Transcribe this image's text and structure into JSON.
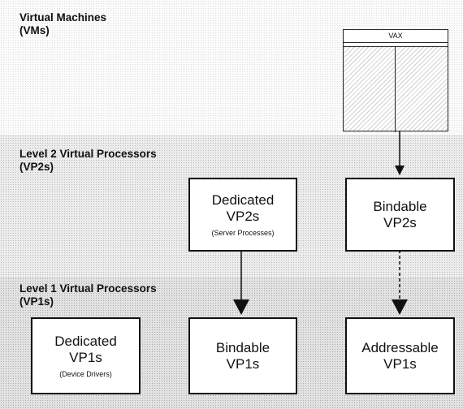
{
  "levels": {
    "vm": {
      "line1": "Virtual Machines",
      "line2": "(VMs)"
    },
    "vp2": {
      "line1": "Level 2 Virtual Processors",
      "line2": "(VP2s)"
    },
    "vp1": {
      "line1": "Level 1 Virtual Processors",
      "line2": "(VP1s)"
    }
  },
  "vax": {
    "label": "VAX"
  },
  "boxes": {
    "dedicated_vp2s": {
      "line1": "Dedicated",
      "line2": "VP2s",
      "sub": "(Server Processes)"
    },
    "bindable_vp2s": {
      "line1": "Bindable",
      "line2": "VP2s"
    },
    "dedicated_vp1s": {
      "line1": "Dedicated",
      "line2": "VP1s",
      "sub": "(Device Drivers)"
    },
    "bindable_vp1s": {
      "line1": "Bindable",
      "line2": "VP1s"
    },
    "addressable_vp1s": {
      "line1": "Addressable",
      "line2": "VP1s"
    }
  }
}
